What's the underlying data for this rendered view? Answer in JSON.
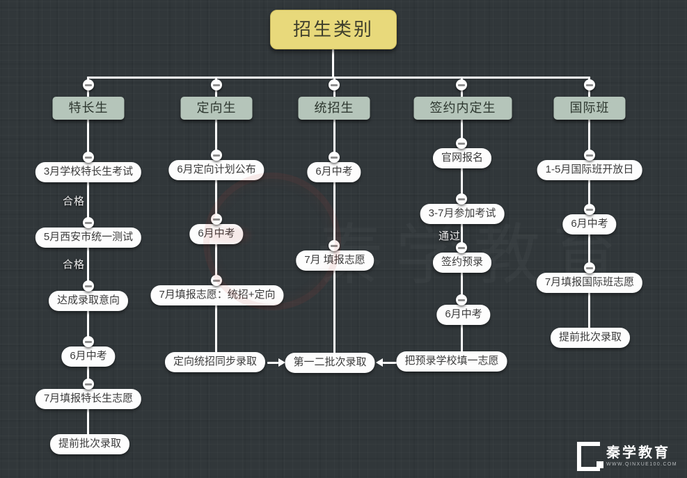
{
  "title": "招生类别",
  "columns": [
    {
      "category": "特长生",
      "steps": [
        "3月学校特长生考试",
        "5月西安市统一测试",
        "达成录取意向",
        "6月中考",
        "7月填报特长生志愿",
        "提前批次录取"
      ],
      "labels": [
        "合格",
        "合格"
      ]
    },
    {
      "category": "定向生",
      "steps": [
        "6月定向计划公布",
        "6月中考",
        "7月填报志愿：统招+定向",
        "定向统招同步录取"
      ],
      "labels": []
    },
    {
      "category": "统招生",
      "steps": [
        "6月中考",
        "7月 填报志愿",
        "第一二批次录取"
      ],
      "labels": []
    },
    {
      "category": "签约内定生",
      "steps": [
        "官网报名",
        "3-7月参加考试",
        "签约预录",
        "6月中考",
        "把预录学校填一志愿"
      ],
      "labels": [
        "通过"
      ]
    },
    {
      "category": "国际班",
      "steps": [
        "1-5月国际班开放日",
        "6月中考",
        "7月填报国际班志愿",
        "提前批次录取"
      ],
      "labels": []
    }
  ],
  "footer": {
    "brand": "秦学教育",
    "website": "WWW.QINXUE100.COM"
  },
  "icons": {
    "collapse_toggle": "minus-icon"
  },
  "colors": {
    "background": "#31373a",
    "title_fill": "#e8d97b",
    "category_fill": "#b5c5ba",
    "node_fill": "#fdfdfd",
    "connector": "#ffffff",
    "stamp_red": "#be372d"
  }
}
